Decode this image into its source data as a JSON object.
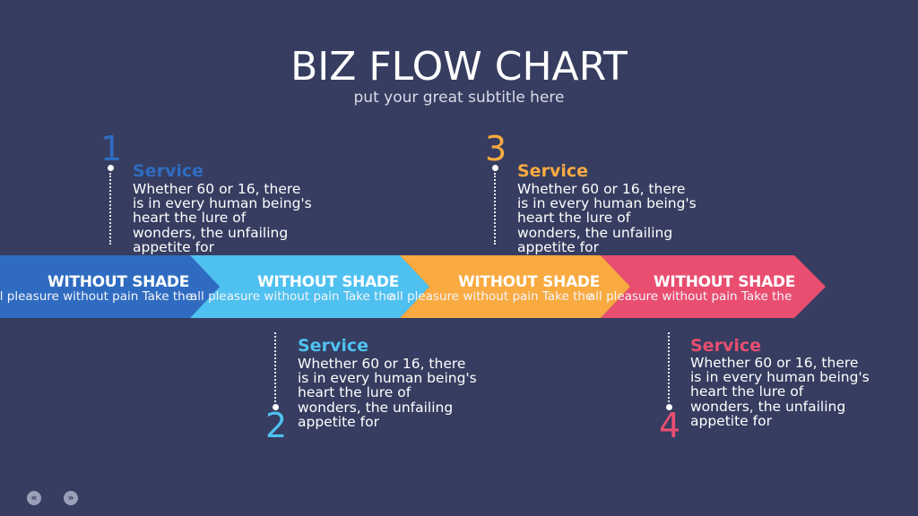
{
  "header": {
    "title": "BIZ FLOW CHART",
    "subtitle": "put your great subtitle here"
  },
  "colors": {
    "background": "#363d60",
    "step1": "#2f6cc1",
    "step2": "#4fc1f0",
    "step3": "#f9aa40",
    "step4": "#e94e70"
  },
  "segments": [
    {
      "heading": "WITHOUT SHADE",
      "text": "all pleasure without pain Take the"
    },
    {
      "heading": "WITHOUT SHADE",
      "text": "all pleasure without pain Take the"
    },
    {
      "heading": "WITHOUT SHADE",
      "text": "all pleasure without pain Take the"
    },
    {
      "heading": "WITHOUT SHADE",
      "text": "all pleasure without pain Take the"
    }
  ],
  "steps": [
    {
      "number": "1",
      "title": "Service",
      "body": "Whether 60 or 16, there is in every human being's heart the lure of wonders, the unfailing appetite for"
    },
    {
      "number": "2",
      "title": "Service",
      "body": "Whether 60 or 16, there is in every human being's heart the lure of wonders, the unfailing appetite for"
    },
    {
      "number": "3",
      "title": "Service",
      "body": "Whether 60 or 16, there is in every human being's heart the lure of wonders, the unfailing appetite for"
    },
    {
      "number": "4",
      "title": "Service",
      "body": "Whether 60 or 16, there is in every human being's heart the lure of wonders, the unfailing appetite for"
    }
  ],
  "nav": {
    "prev_icon": "double-chevron-left-icon",
    "next_icon": "double-chevron-right-icon",
    "prev_glyph": "«",
    "next_glyph": "»"
  }
}
